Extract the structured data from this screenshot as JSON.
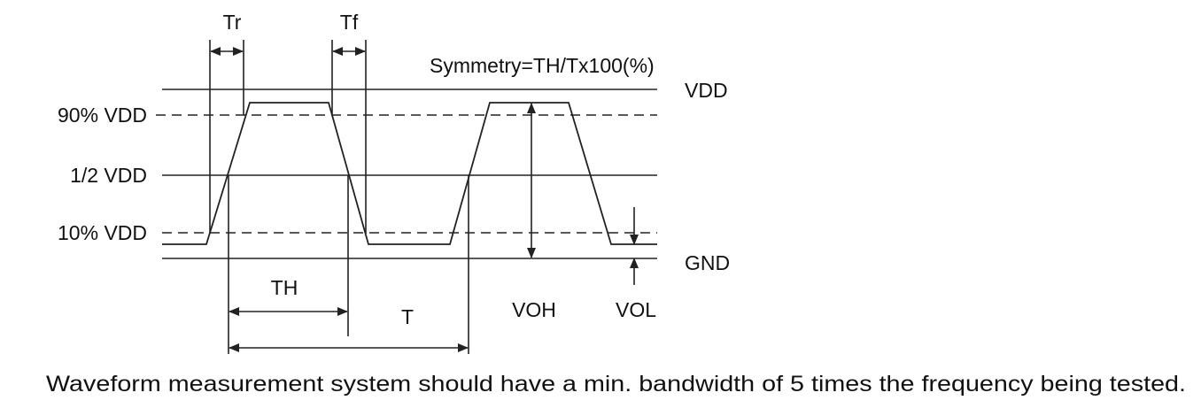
{
  "timing_labels": {
    "rise_time": "Tr",
    "fall_time": "Tf",
    "symmetry_formula": "Symmetry=TH/Tx100(%)",
    "high_time": "TH",
    "period": "T",
    "output_high": "VOH",
    "output_low": "VOL"
  },
  "levels": {
    "vdd": "VDD",
    "ninety_percent": "90% VDD",
    "half": "1/2 VDD",
    "ten_percent": "10% VDD",
    "gnd": "GND"
  },
  "caption": "Waveform measurement system should have a min. bandwidth of 5 times the frequency being tested.",
  "colors": {
    "line": "#222222",
    "text": "#111111",
    "background": "#ffffff"
  }
}
